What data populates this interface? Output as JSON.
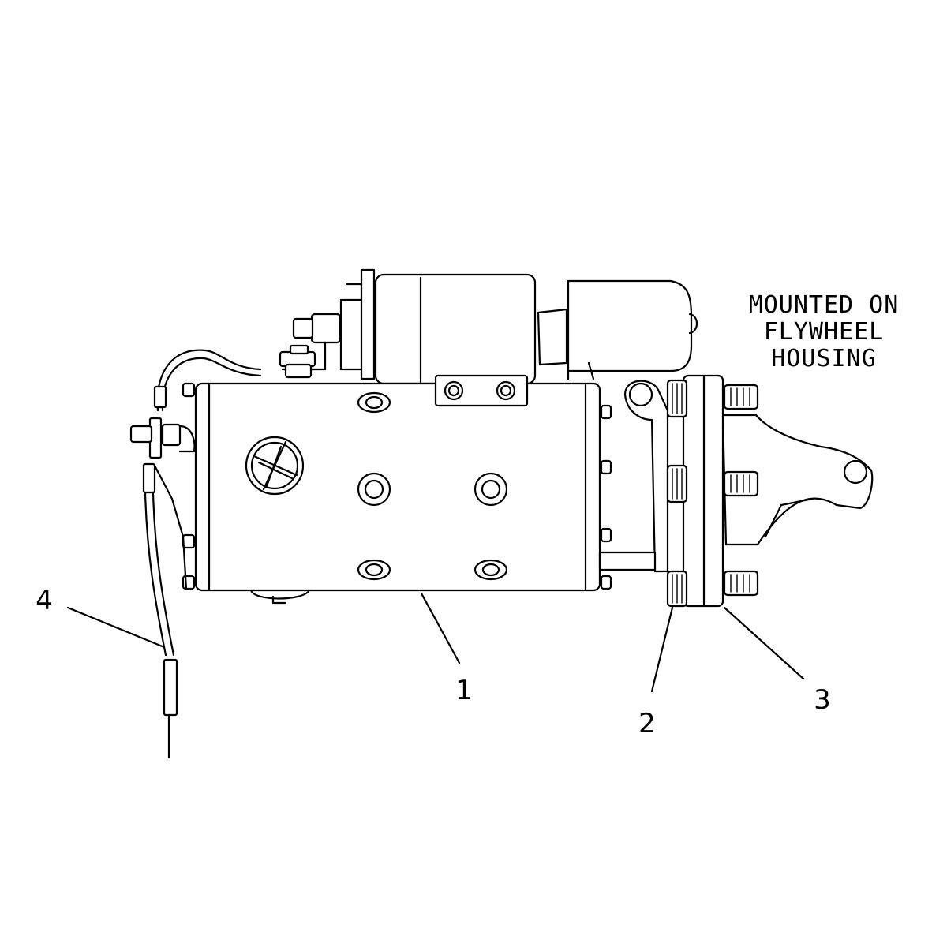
{
  "note": {
    "lines": [
      "MOUNTED ON",
      "FLYWHEEL",
      "HOUSING"
    ]
  },
  "callouts": [
    {
      "label": "1",
      "part": "starting-motor"
    },
    {
      "label": "2",
      "part": "bolt"
    },
    {
      "label": "3",
      "part": "mounting-flange"
    },
    {
      "label": "4",
      "part": "ground-wire"
    }
  ],
  "colors": {
    "ink": "#000000",
    "paper": "#ffffff"
  }
}
